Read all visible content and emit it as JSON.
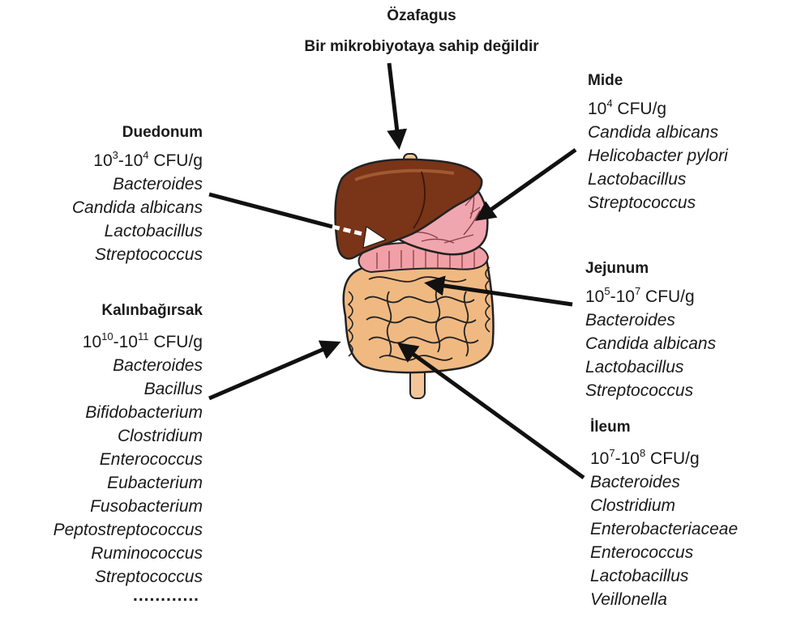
{
  "ozafagus": {
    "title": "Özafagus",
    "note": "Bir mikrobiyotaya sahip değildir"
  },
  "mide": {
    "title": "Mide",
    "count": {
      "base": "10",
      "exp": "4",
      "unit": " CFU/g"
    },
    "organisms": [
      "Candida albicans",
      "Helicobacter pylori",
      "Lactobacillus",
      "Streptococcus"
    ]
  },
  "duedonum": {
    "title": "Duedonum",
    "count": {
      "base1": "10",
      "exp1": "3",
      "sep": "-10",
      "exp2": "4",
      "unit": " CFU/g"
    },
    "organisms": [
      "Bacteroides",
      "Candida albicans",
      "Lactobacillus",
      "Streptococcus"
    ]
  },
  "jejunum": {
    "title": "Jejunum",
    "count": {
      "base1": "10",
      "exp1": "5",
      "sep": "-10",
      "exp2": "7",
      "unit": " CFU/g"
    },
    "organisms": [
      "Bacteroides",
      "Candida albicans",
      "Lactobacillus",
      "Streptococcus"
    ]
  },
  "kalinbagirsak": {
    "title": "Kalınbağırsak",
    "count": {
      "base1": "10",
      "exp1": "10",
      "sep": "-10",
      "exp2": "11",
      "unit": " CFU/g"
    },
    "organisms": [
      "Bacteroides",
      "Bacillus",
      "Bifidobacterium",
      "Clostridium",
      "Enterococcus",
      "Eubacterium",
      "Fusobacterium",
      "Peptostreptococcus",
      "Ruminococcus",
      "Streptococcus"
    ],
    "more": "............"
  },
  "ileum": {
    "title": "İleum",
    "count": {
      "base1": "10",
      "exp1": "7",
      "sep": "-10",
      "exp2": "8",
      "unit": " CFU/g"
    },
    "organisms": [
      "Bacteroides",
      "Clostridium",
      "Enterobacteriaceae",
      "Enterococcus",
      "Lactobacillus",
      "Veillonella"
    ]
  },
  "colors": {
    "liver": "#7a3418",
    "liver_light": "#a85a32",
    "stomach": "#f0a6ae",
    "small_intestine": "#f5c594",
    "colon": "#f0b982",
    "arrow": "#111111"
  }
}
